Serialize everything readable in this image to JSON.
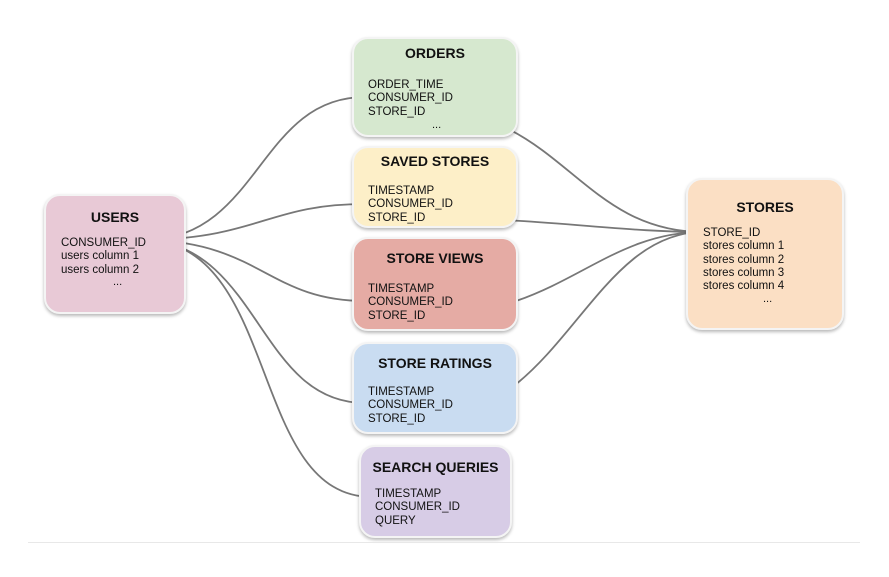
{
  "tables": {
    "users": {
      "title": "USERS",
      "color": "#e8c9d6",
      "columns": [
        "CONSUMER_ID",
        "users column 1",
        "users column 2"
      ],
      "ellipsis": "..."
    },
    "orders": {
      "title": "ORDERS",
      "color": "#d6e8cf",
      "columns": [
        "ORDER_TIME",
        "CONSUMER_ID",
        "STORE_ID"
      ],
      "ellipsis": "..."
    },
    "saved_stores": {
      "title": "SAVED STORES",
      "color": "#fdefc8",
      "columns": [
        "TIMESTAMP",
        "CONSUMER_ID",
        "STORE_ID"
      ]
    },
    "store_views": {
      "title": "STORE VIEWS",
      "color": "#e5aba4",
      "columns": [
        "TIMESTAMP",
        "CONSUMER_ID",
        "STORE_ID"
      ]
    },
    "store_ratings": {
      "title": "STORE RATINGS",
      "color": "#c9dcf1",
      "columns": [
        "TIMESTAMP",
        "CONSUMER_ID",
        "STORE_ID"
      ]
    },
    "search_queries": {
      "title": "SEARCH QUERIES",
      "color": "#d7cce6",
      "columns": [
        "TIMESTAMP",
        "CONSUMER_ID",
        "QUERY"
      ]
    },
    "stores": {
      "title": "STORES",
      "color": "#fbdfc4",
      "columns": [
        "STORE_ID",
        "stores column 1",
        "stores column 2",
        "stores column 3",
        "stores column 4"
      ],
      "ellipsis": "..."
    }
  },
  "links": [
    {
      "from": "users.CONSUMER_ID",
      "to": "orders.CONSUMER_ID"
    },
    {
      "from": "users.CONSUMER_ID",
      "to": "saved_stores.CONSUMER_ID"
    },
    {
      "from": "users.CONSUMER_ID",
      "to": "store_views.CONSUMER_ID"
    },
    {
      "from": "users.CONSUMER_ID",
      "to": "store_ratings.CONSUMER_ID"
    },
    {
      "from": "users.CONSUMER_ID",
      "to": "search_queries.CONSUMER_ID"
    },
    {
      "from": "orders.STORE_ID",
      "to": "stores.STORE_ID"
    },
    {
      "from": "saved_stores.STORE_ID",
      "to": "stores.STORE_ID"
    },
    {
      "from": "store_views.STORE_ID",
      "to": "stores.STORE_ID"
    },
    {
      "from": "store_ratings.STORE_ID",
      "to": "stores.STORE_ID"
    }
  ],
  "colors": {
    "link": "#777777",
    "border": "#f4f4f4"
  }
}
